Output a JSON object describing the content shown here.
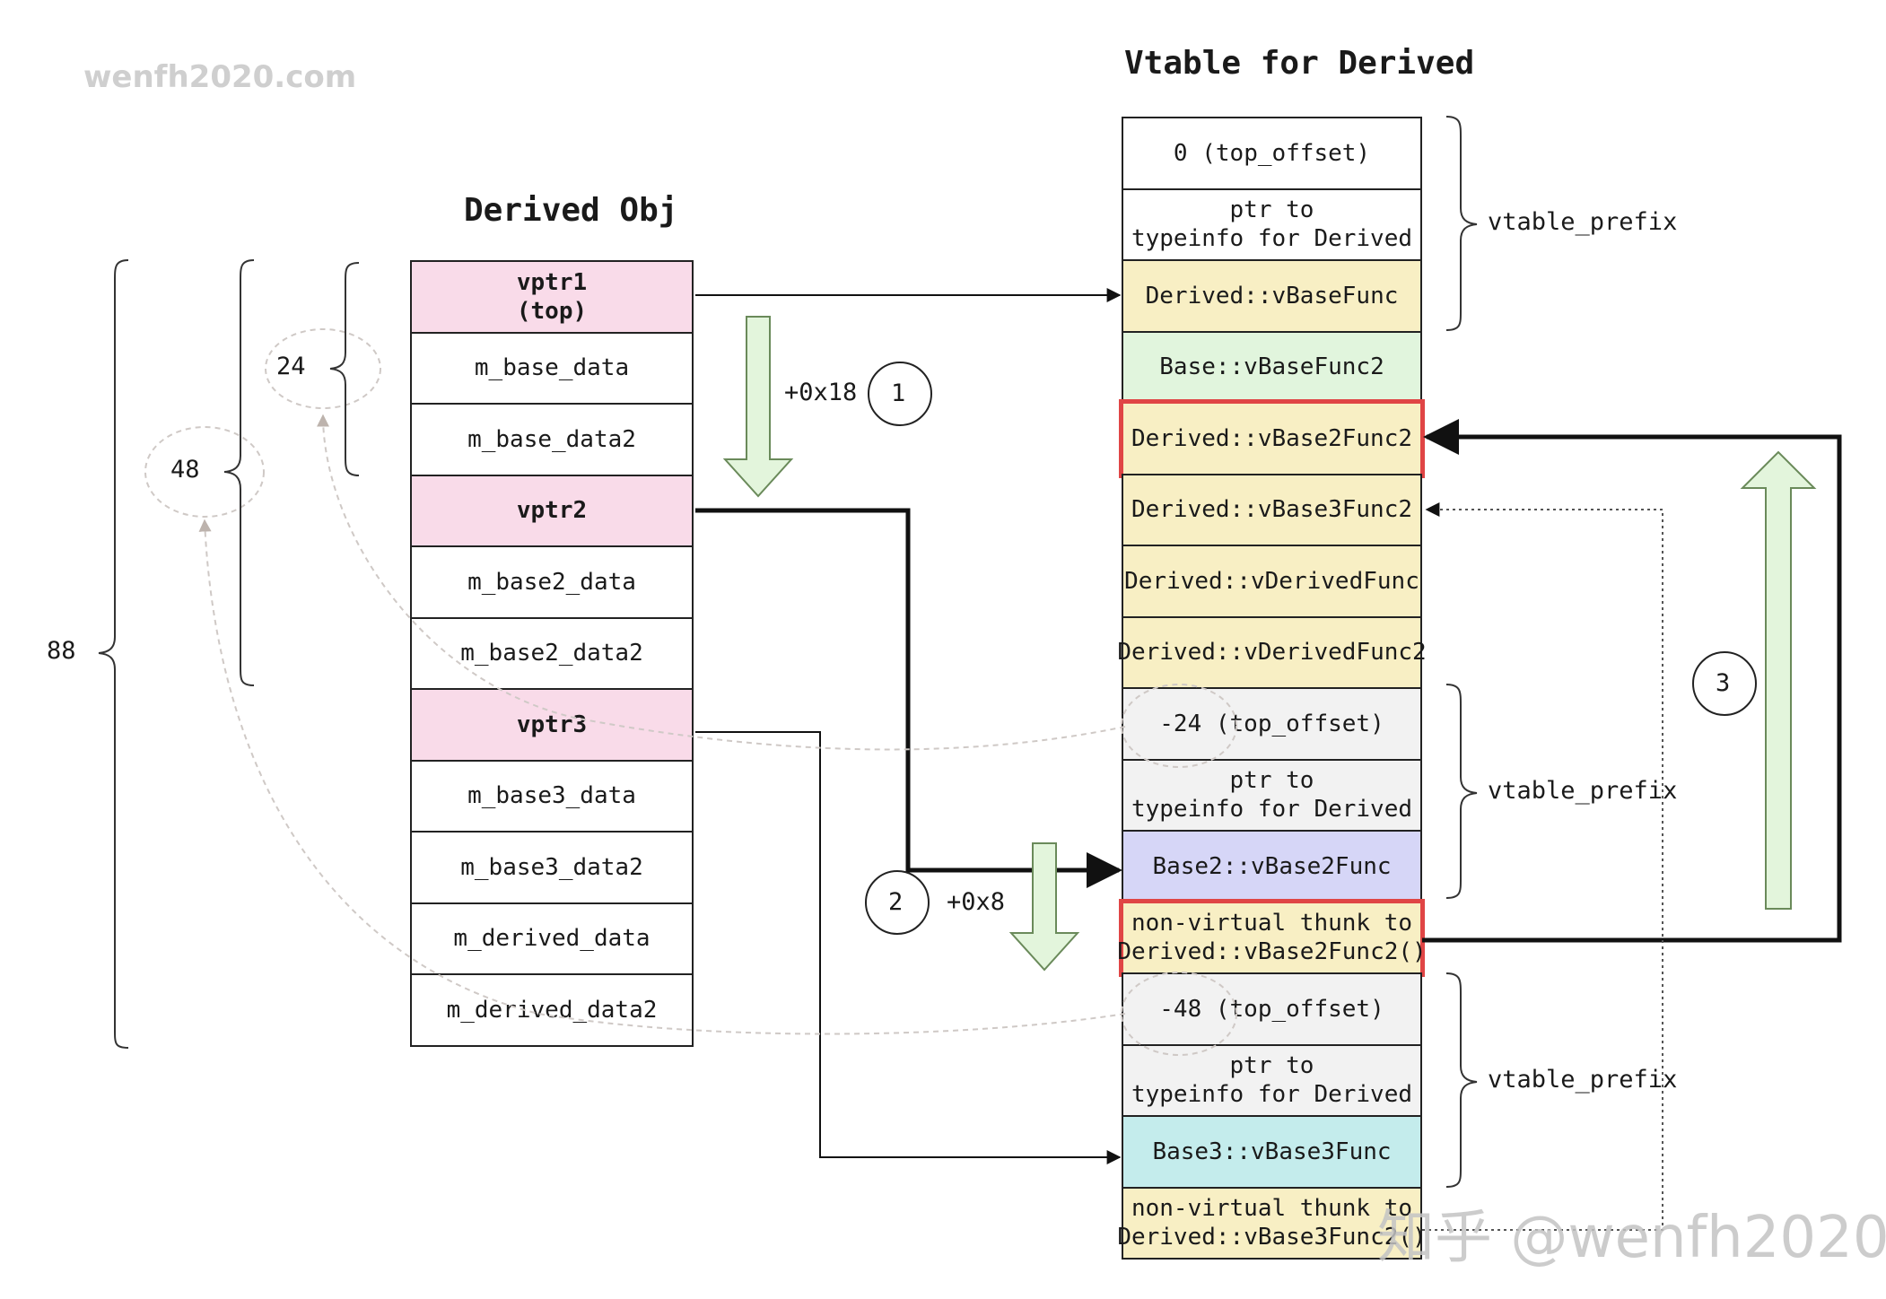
{
  "watermarks": {
    "top_left": "wenfh2020.com",
    "bottom_right": "知乎 @wenfh2020"
  },
  "titles": {
    "object": "Derived Obj",
    "vtable": "Vtable for Derived"
  },
  "object_cells": [
    {
      "text": "vptr1\n(top)",
      "kind": "vptr"
    },
    {
      "text": "m_base_data",
      "kind": "data"
    },
    {
      "text": "m_base_data2",
      "kind": "data"
    },
    {
      "text": "vptr2",
      "kind": "vptr"
    },
    {
      "text": "m_base2_data",
      "kind": "data"
    },
    {
      "text": "m_base2_data2",
      "kind": "data"
    },
    {
      "text": "vptr3",
      "kind": "vptr"
    },
    {
      "text": "m_base3_data",
      "kind": "data"
    },
    {
      "text": "m_base3_data2",
      "kind": "data"
    },
    {
      "text": "m_derived_data",
      "kind": "data"
    },
    {
      "text": "m_derived_data2",
      "kind": "data"
    }
  ],
  "vtable_cells": [
    {
      "text": "0 (top_offset)",
      "kind": "prefix"
    },
    {
      "text": "ptr to\ntypeinfo for Derived",
      "kind": "prefix"
    },
    {
      "text": "Derived::vBaseFunc",
      "kind": "derived"
    },
    {
      "text": "Base::vBaseFunc2",
      "kind": "base"
    },
    {
      "text": "Derived::vBase2Func2",
      "kind": "derived",
      "highlight": true
    },
    {
      "text": "Derived::vBase3Func2",
      "kind": "derived"
    },
    {
      "text": "Derived::vDerivedFunc",
      "kind": "derived"
    },
    {
      "text": "Derived::vDerivedFunc2",
      "kind": "derived"
    },
    {
      "text": "-24 (top_offset)",
      "kind": "offset"
    },
    {
      "text": "ptr to\ntypeinfo for Derived",
      "kind": "offset"
    },
    {
      "text": "Base2::vBase2Func",
      "kind": "base2"
    },
    {
      "text": "non-virtual thunk to\nDerived::vBase2Func2()",
      "kind": "derived",
      "highlight": true
    },
    {
      "text": "-48 (top_offset)",
      "kind": "offset"
    },
    {
      "text": "ptr to\ntypeinfo for Derived",
      "kind": "offset"
    },
    {
      "text": "Base3::vBase3Func",
      "kind": "base3"
    },
    {
      "text": "non-virtual thunk to\nDerived::vBase3Func2()",
      "kind": "derived"
    }
  ],
  "colors": {
    "vptr": "#f9dbe9",
    "data": "#ffffff",
    "prefix": "#ffffff",
    "derived": "#f8efc4",
    "base": "#e1f5dd",
    "offset": "#f2f2f2",
    "base2": "#d6d6f7",
    "base3": "#c4ecec",
    "highlight": "#e04545",
    "green_arrow_fill": "#e3f5dc",
    "green_arrow_stroke": "#6a8a5a"
  },
  "vtable_prefix_label": "vtable_prefix",
  "offset_labels": {
    "first": "+0x18",
    "second": "+0x8"
  },
  "step_numbers": [
    "1",
    "2",
    "3"
  ],
  "size_labels": {
    "inner": "24",
    "middle": "48",
    "outer": "88"
  }
}
